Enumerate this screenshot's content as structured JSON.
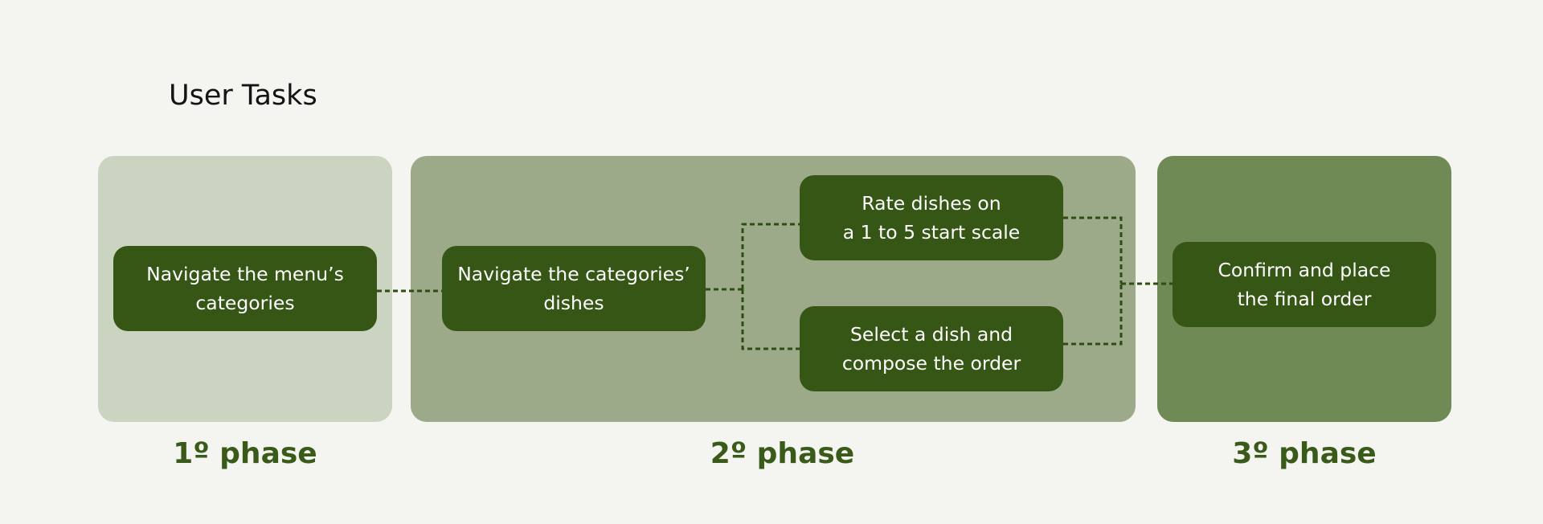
{
  "title": "User Tasks",
  "colors": {
    "background": "#f4f4f0",
    "phase_1": "#cbd4c0",
    "phase_2": "#9caa8a",
    "phase_3": "#708a55",
    "task": "#355614",
    "label": "#3a5a1a"
  },
  "phases": [
    {
      "label": "1º phase"
    },
    {
      "label": "2º phase"
    },
    {
      "label": "3º phase"
    }
  ],
  "tasks": [
    {
      "label": "Navigate the menu’s\ncategories"
    },
    {
      "label": "Navigate the categories’\ndishes"
    },
    {
      "label": "Rate dishes on\na 1 to 5 start scale"
    },
    {
      "label": "Select a dish and\ncompose the order"
    },
    {
      "label": "Confirm and place\nthe final order"
    }
  ]
}
